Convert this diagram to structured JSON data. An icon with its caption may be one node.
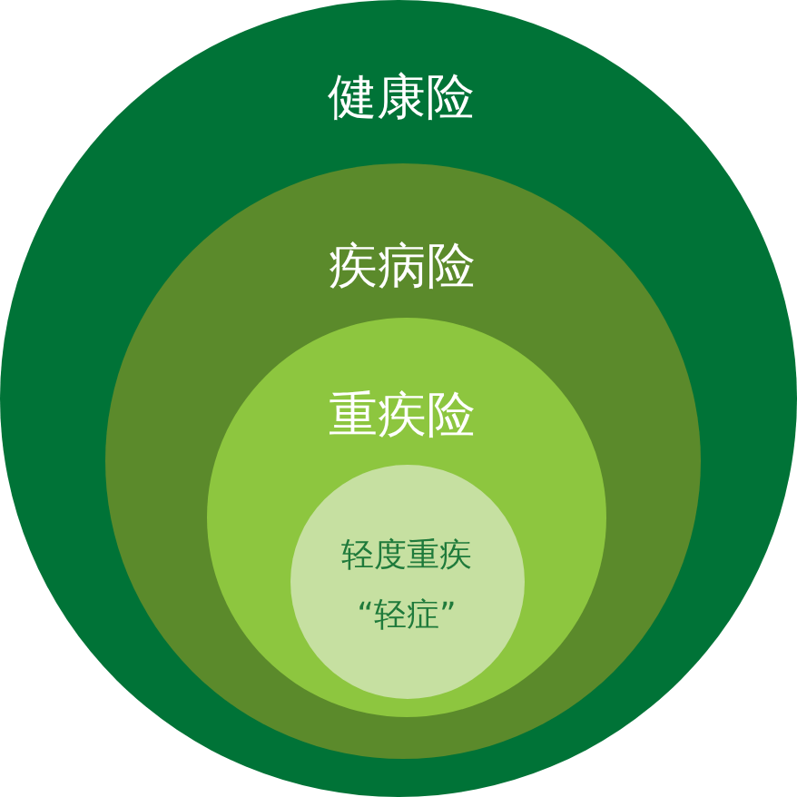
{
  "diagram": {
    "nodes": [
      {
        "text": [
          "健康险"
        ]
      },
      {
        "text": [
          "疾病险"
        ],
        "in": 0
      },
      {
        "text": [
          "重疾险"
        ],
        "in": 1
      },
      {
        "text": [
          "轻度重疾",
          "“轻症”"
        ],
        "in": 2
      }
    ]
  }
}
